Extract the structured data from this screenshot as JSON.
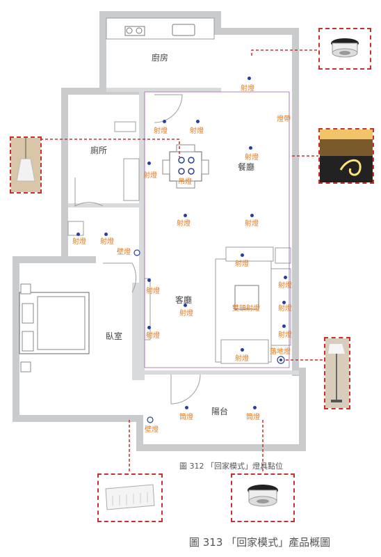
{
  "rooms": {
    "kitchen": "廚房",
    "toilet": "廁所",
    "dining": "餐廳",
    "living": "客廳",
    "bedroom": "臥室",
    "balcony": "陽台"
  },
  "fixtures": {
    "spot": "射燈",
    "pendant": "吊燈",
    "strip": "燈帶",
    "wall": "壁燈",
    "double_spot": "雙頭射燈",
    "floor": "落地燈",
    "downlight": "筒燈"
  },
  "captions": {
    "fig312": "圖 312 「回家模式」燈具點位",
    "fig313": "圖 313 「回家模式」產品概圖"
  },
  "colors": {
    "wall": "#c9cbcd",
    "label": "#e07a1f",
    "marker": "#2b3d9a",
    "leader": "#c7302a"
  }
}
